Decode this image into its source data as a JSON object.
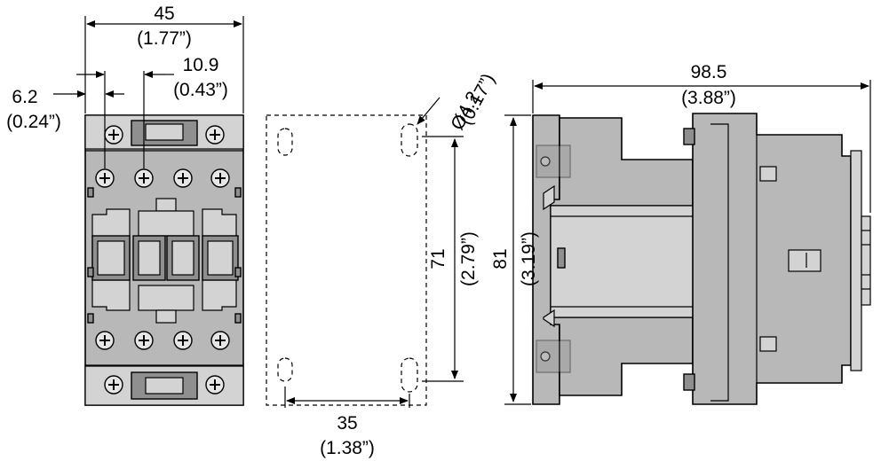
{
  "dimensions": {
    "width_front": {
      "mm": "45",
      "inch": "(1.77”)"
    },
    "offset_small": {
      "mm": "6.2",
      "inch": "(0.24”)"
    },
    "offset_large": {
      "mm": "10.9",
      "inch": "(0.43”)"
    },
    "hole_diameter": {
      "mm": "Ø4.2",
      "inch": "(0.17”)"
    },
    "hole_pitch_vertical": {
      "mm": "71",
      "inch": "(2.79”)"
    },
    "hole_pitch_horizontal": {
      "mm": "35",
      "inch": "(1.38”)"
    },
    "depth_side": {
      "mm": "98.5",
      "inch": "(3.88”)"
    },
    "height_side": {
      "mm": "81",
      "inch": "(3.19”)"
    }
  }
}
